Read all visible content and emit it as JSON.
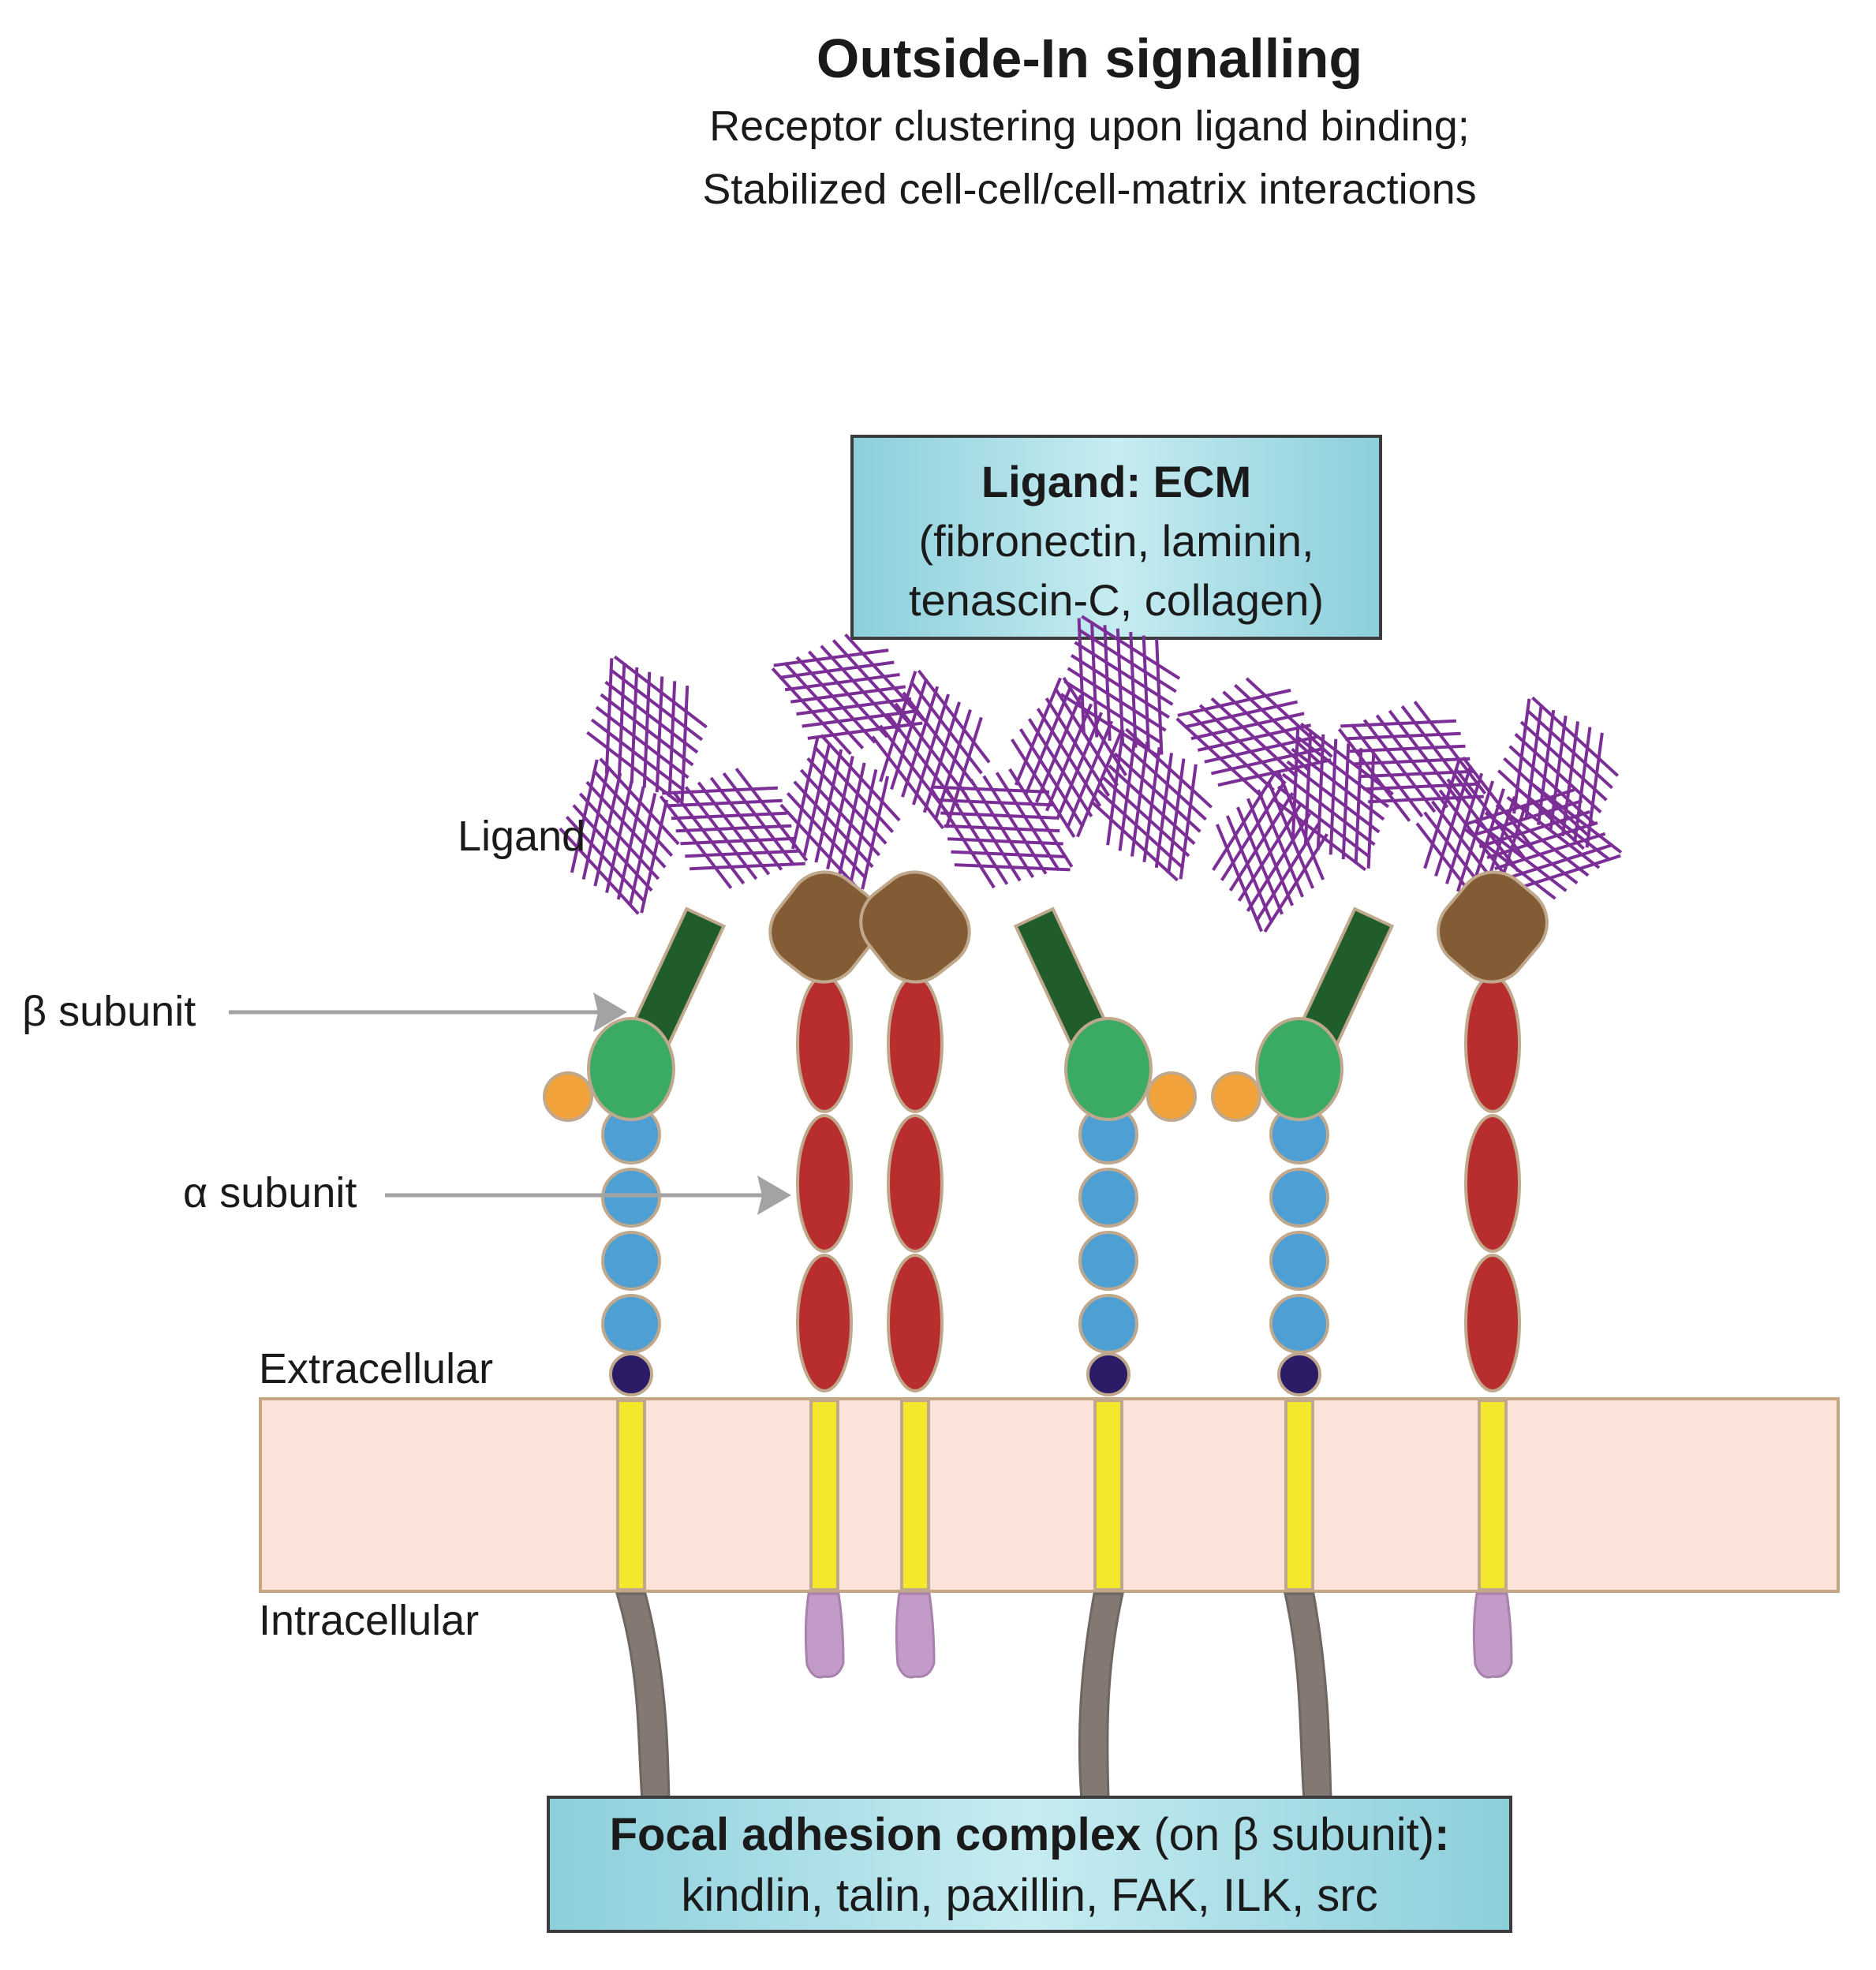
{
  "header": {
    "title": "Outside-In signalling",
    "subtitle_line1": "Receptor clustering upon ligand binding;",
    "subtitle_line2": "Stabilized cell-cell/cell-matrix interactions"
  },
  "ligand_box": {
    "title": "Ligand: ECM",
    "line2": "(fibronectin, laminin,",
    "line3": "tenascin-C, collagen)"
  },
  "labels": {
    "ligand": "Ligand",
    "beta_subunit": "β subunit",
    "alpha_subunit": "α subunit",
    "extracellular": "Extracellular",
    "intracellular": "Intracellular"
  },
  "focal_box": {
    "bold_part": "Focal adhesion complex",
    "normal_part": " (on β subunit)",
    "colon": ":",
    "line2": "kindlin, talin, paxillin, FAK, ILK, src"
  },
  "colors": {
    "membrane": "#fce3da",
    "membrane_border": "#c4a584",
    "ecm_fiber": "#7b2f96",
    "beta_leg_dark_green": "#215c2c",
    "beta_head_green": "#3aaa65",
    "beta_bead_blue": "#4e9fd4",
    "beta_base_navy": "#2c1c68",
    "alpha_head_brown": "#835c36",
    "alpha_bead_red": "#b82e2e",
    "transmembrane_yellow": "#f5e82c",
    "alpha_tail_lilac": "#c29bc8",
    "beta_tail_gray": "#837872",
    "orange_cap": "#f2a23a",
    "box_fill": "#a8dbe3",
    "outline_tan": "#c0a88c",
    "arrow_gray": "#a3a3a3"
  },
  "icons": {
    "ecm_fibers": "crosshatched-fiber-bundles",
    "arrow": "gray-pointer-arrow"
  }
}
